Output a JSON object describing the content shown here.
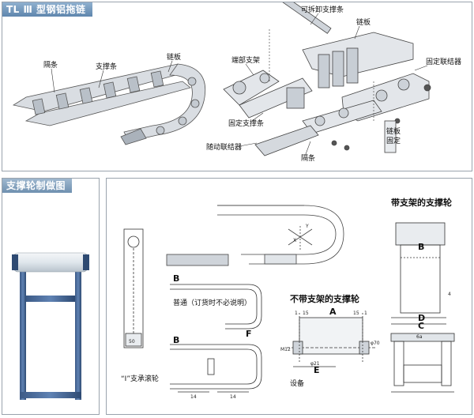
{
  "top_panel": {
    "title": "TL Ⅲ 型钢铝拖链",
    "labels": {
      "separator": "隔条",
      "support_bar": "支撑条",
      "chain_plate": "链板",
      "removable_support_bar": "可拆卸支撑条",
      "chain_plate_2": "链板",
      "end_support": "端部支架",
      "fixed_connector": "固定联结器",
      "fixed_support_bar": "固定支撑条",
      "moving_connector": "随动联结器",
      "separator_2": "隔条",
      "chain_plate_vertical": "链板",
      "chain_plate_vertical_2": "固定"
    }
  },
  "bottom_left_panel": {
    "title": "支撑轮制做图"
  },
  "bottom_right_panel": {
    "headings": {
      "with_bracket": "带支架的支撑轮",
      "without_bracket": "不带支架的支撑轮"
    },
    "labels": {
      "normal_note": "普通（订货时不必说明）",
      "roller_note": "“I”支承滚轮",
      "equipment": "设备",
      "letter_b": "B",
      "letter_f": "F",
      "letter_a": "A",
      "letter_c": "C",
      "letter_d": "D",
      "letter_e": "E",
      "letter_b2": "B",
      "letter_b3": "B",
      "dim_50": "50",
      "dim_14": "14",
      "dim_14b": "14",
      "dim_15": "15",
      "dim_15b": "15",
      "dim_1": "1",
      "dim_1b": "1",
      "dim_m12": "M12",
      "dim_21": "φ21",
      "dim_70": "φ70",
      "dim_6a": "6a",
      "dim_4": "4"
    }
  }
}
